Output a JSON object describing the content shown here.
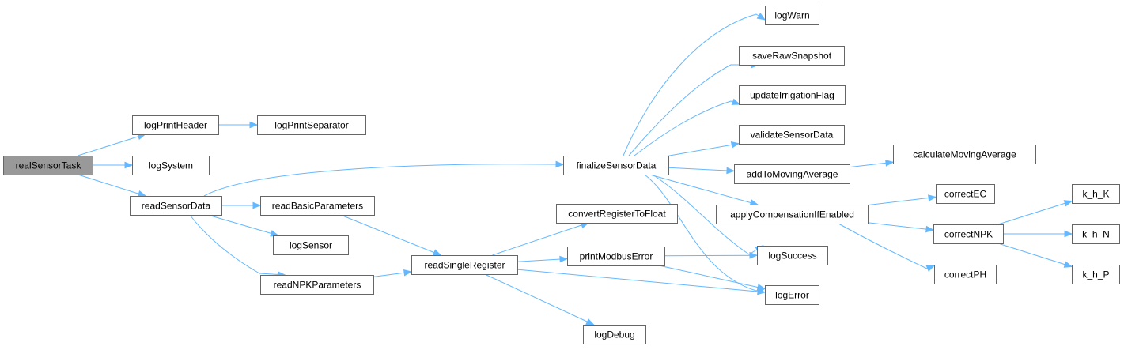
{
  "colors": {
    "edge": "#63b8ff",
    "node_border": "#666666",
    "root_fill": "#999999",
    "node_fill": "#ffffff",
    "text": "#000000"
  },
  "nodes": {
    "realSensorTask": "realSensorTask",
    "logPrintHeader": "logPrintHeader",
    "logPrintSeparator": "logPrintSeparator",
    "logSystem": "logSystem",
    "readSensorData": "readSensorData",
    "readBasicParameters": "readBasicParameters",
    "logSensor": "logSensor",
    "readNPKParameters": "readNPKParameters",
    "readSingleRegister": "readSingleRegister",
    "convertRegisterToFloat": "convertRegisterToFloat",
    "printModbusError": "printModbusError",
    "logDebug": "logDebug",
    "finalizeSensorData": "finalizeSensorData",
    "logWarn": "logWarn",
    "saveRawSnapshot": "saveRawSnapshot",
    "updateIrrigationFlag": "updateIrrigationFlag",
    "validateSensorData": "validateSensorData",
    "addToMovingAverage": "addToMovingAverage",
    "calculateMovingAverage": "calculateMovingAverage",
    "applyCompensationIfEnabled": "applyCompensationIfEnabled",
    "logSuccess": "logSuccess",
    "logError": "logError",
    "correctEC": "correctEC",
    "correctNPK": "correctNPK",
    "correctPH": "correctPH",
    "k_h_K": "k_h_K",
    "k_h_N": "k_h_N",
    "k_h_P": "k_h_P"
  },
  "edges": [
    [
      "realSensorTask",
      "logPrintHeader"
    ],
    [
      "realSensorTask",
      "logSystem"
    ],
    [
      "realSensorTask",
      "readSensorData"
    ],
    [
      "logPrintHeader",
      "logPrintSeparator"
    ],
    [
      "readSensorData",
      "finalizeSensorData"
    ],
    [
      "readSensorData",
      "readBasicParameters"
    ],
    [
      "readSensorData",
      "logSensor"
    ],
    [
      "readSensorData",
      "readNPKParameters"
    ],
    [
      "readBasicParameters",
      "readSingleRegister"
    ],
    [
      "readNPKParameters",
      "readSingleRegister"
    ],
    [
      "readSingleRegister",
      "convertRegisterToFloat"
    ],
    [
      "readSingleRegister",
      "printModbusError"
    ],
    [
      "readSingleRegister",
      "logError"
    ],
    [
      "readSingleRegister",
      "logDebug"
    ],
    [
      "printModbusError",
      "logSuccess"
    ],
    [
      "printModbusError",
      "logError"
    ],
    [
      "finalizeSensorData",
      "logWarn"
    ],
    [
      "finalizeSensorData",
      "saveRawSnapshot"
    ],
    [
      "finalizeSensorData",
      "updateIrrigationFlag"
    ],
    [
      "finalizeSensorData",
      "validateSensorData"
    ],
    [
      "finalizeSensorData",
      "addToMovingAverage"
    ],
    [
      "finalizeSensorData",
      "applyCompensationIfEnabled"
    ],
    [
      "finalizeSensorData",
      "logSuccess"
    ],
    [
      "finalizeSensorData",
      "logError"
    ],
    [
      "addToMovingAverage",
      "calculateMovingAverage"
    ],
    [
      "applyCompensationIfEnabled",
      "correctEC"
    ],
    [
      "applyCompensationIfEnabled",
      "correctNPK"
    ],
    [
      "applyCompensationIfEnabled",
      "correctPH"
    ],
    [
      "correctNPK",
      "k_h_K"
    ],
    [
      "correctNPK",
      "k_h_N"
    ],
    [
      "correctNPK",
      "k_h_P"
    ]
  ]
}
